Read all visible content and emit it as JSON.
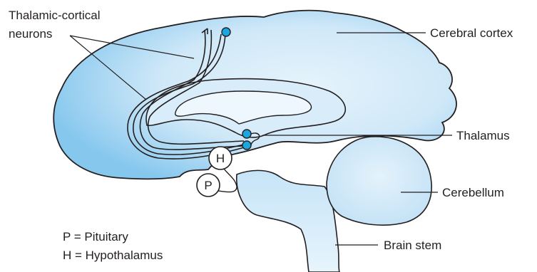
{
  "labels": {
    "neurons_line1": "Thalamic-cortical",
    "neurons_line2": "neurons",
    "cortex": "Cerebral cortex",
    "thalamus": "Thalamus",
    "cerebellum": "Cerebellum",
    "brainstem": "Brain stem"
  },
  "nodes": {
    "hypothalamus": "H",
    "pituitary": "P"
  },
  "legend": {
    "pituitary": "P = Pituitary",
    "hypothalamus": "H = Hypothalamus"
  },
  "colors": {
    "tissue_light": "#e3f1fb",
    "tissue_mid": "#c2e1f5",
    "tissue_dark": "#8ccaee",
    "neuron_dot": "#1aa7e0",
    "outline": "#231f20"
  }
}
